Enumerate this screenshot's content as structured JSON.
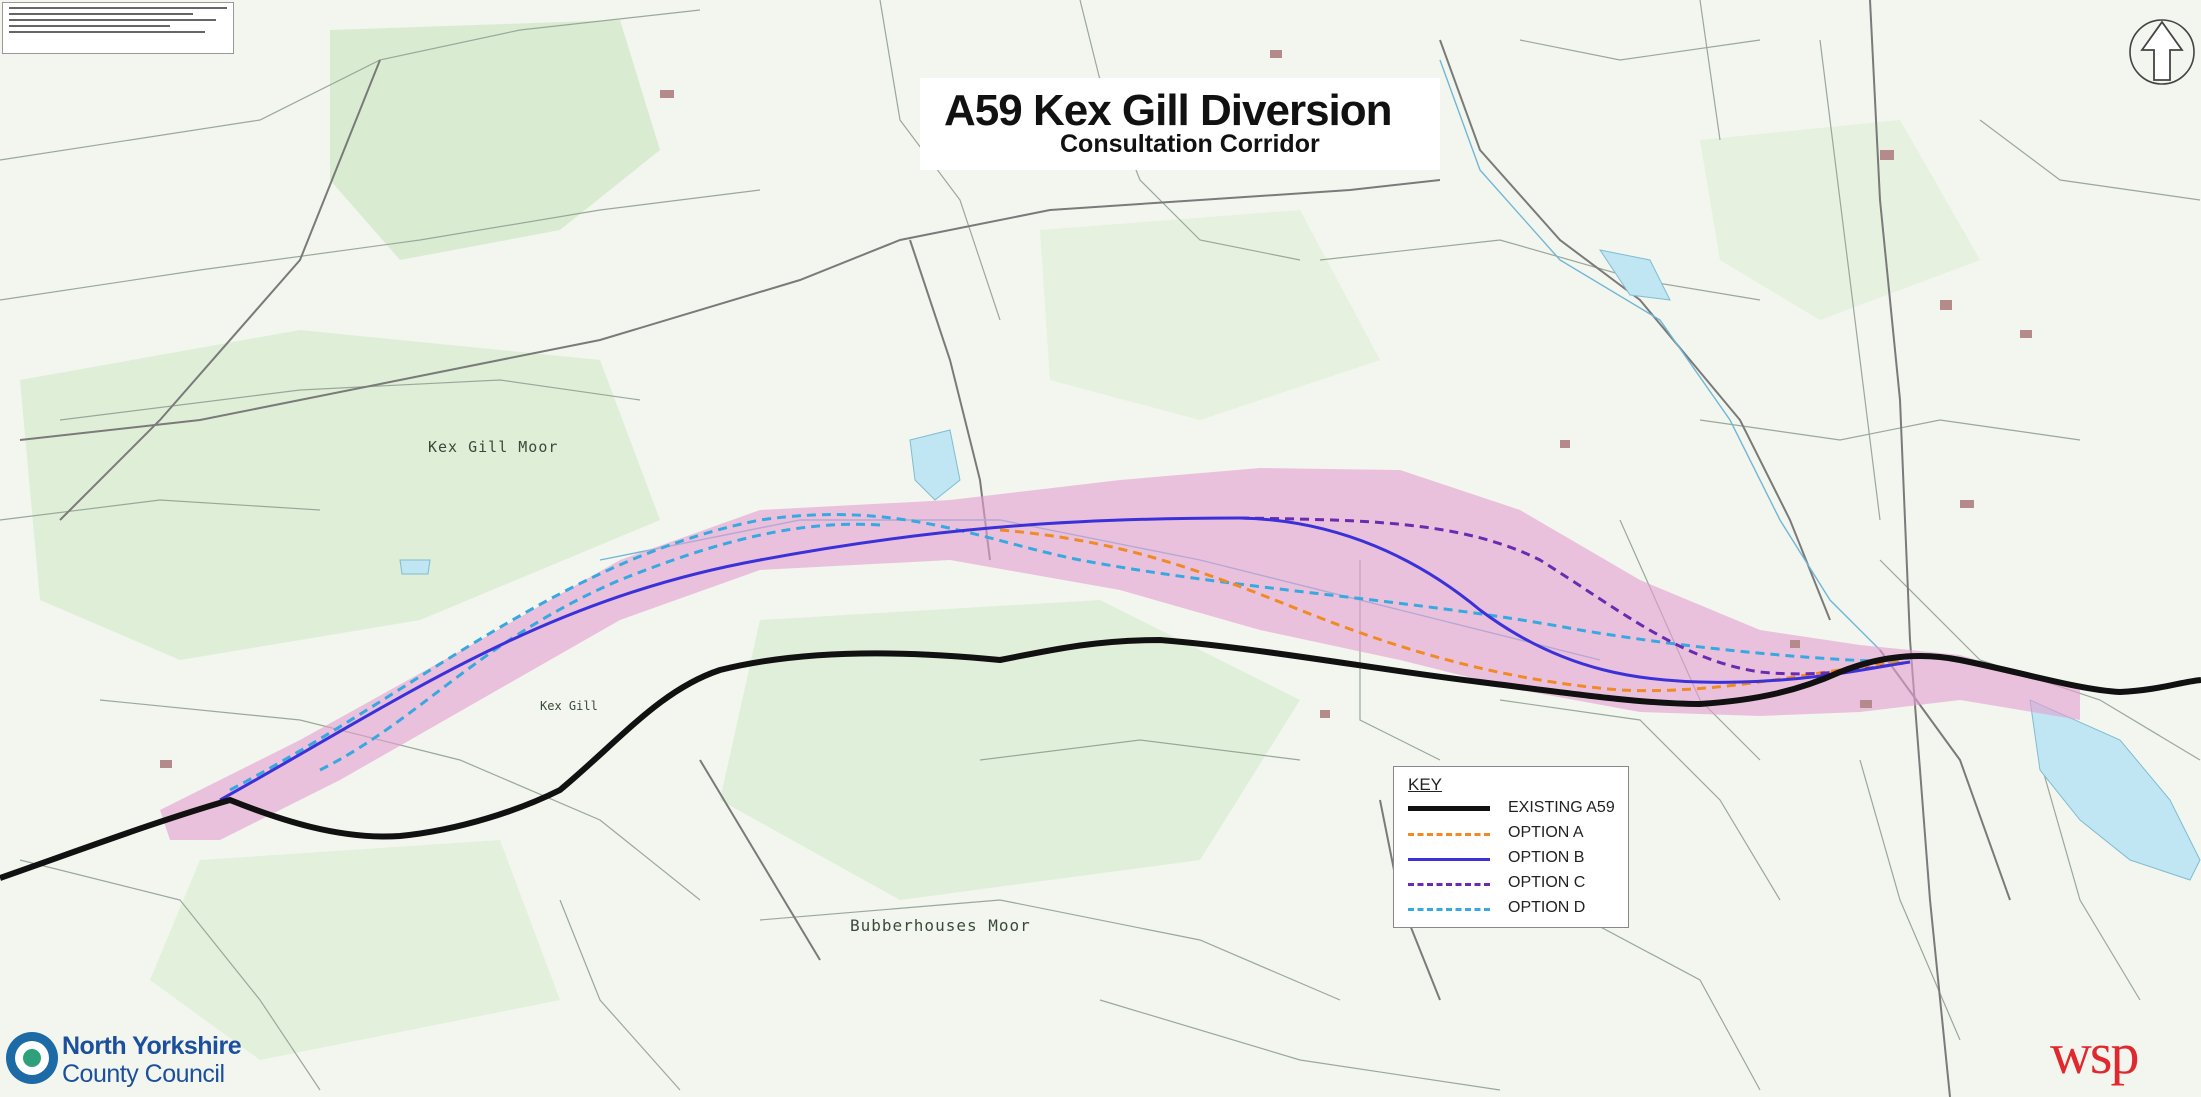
{
  "title": {
    "main": "A59 Kex Gill Diversion",
    "subtitle": "Consultation Corridor"
  },
  "key": {
    "title": "KEY",
    "items": [
      {
        "label": "EXISTING A59",
        "color": "#111111",
        "style": "solid"
      },
      {
        "label": "OPTION A",
        "color": "#f08a24",
        "style": "dashed"
      },
      {
        "label": "OPTION B",
        "color": "#3a32d8",
        "style": "solid"
      },
      {
        "label": "OPTION C",
        "color": "#6b2bb0",
        "style": "dashed"
      },
      {
        "label": "OPTION D",
        "color": "#38a8e0",
        "style": "dashed"
      }
    ]
  },
  "place_names": {
    "kex_gill_moor": "Kex Gill Moor",
    "bubberhouses_moor": "Bubberhouses Moor",
    "kex_gill": "Kex Gill"
  },
  "logos": {
    "council_line1": "North Yorkshire",
    "council_line2": "County Council",
    "consultant": "wsp"
  },
  "colors": {
    "corridor": "#e59fd0",
    "reservoir": "#bfe6f2",
    "woodland": "#d9ecd1",
    "map_background": "#f2f6ee"
  },
  "icons": {
    "north_arrow": "north-arrow-icon",
    "council_emblem": "council-emblem-icon"
  }
}
